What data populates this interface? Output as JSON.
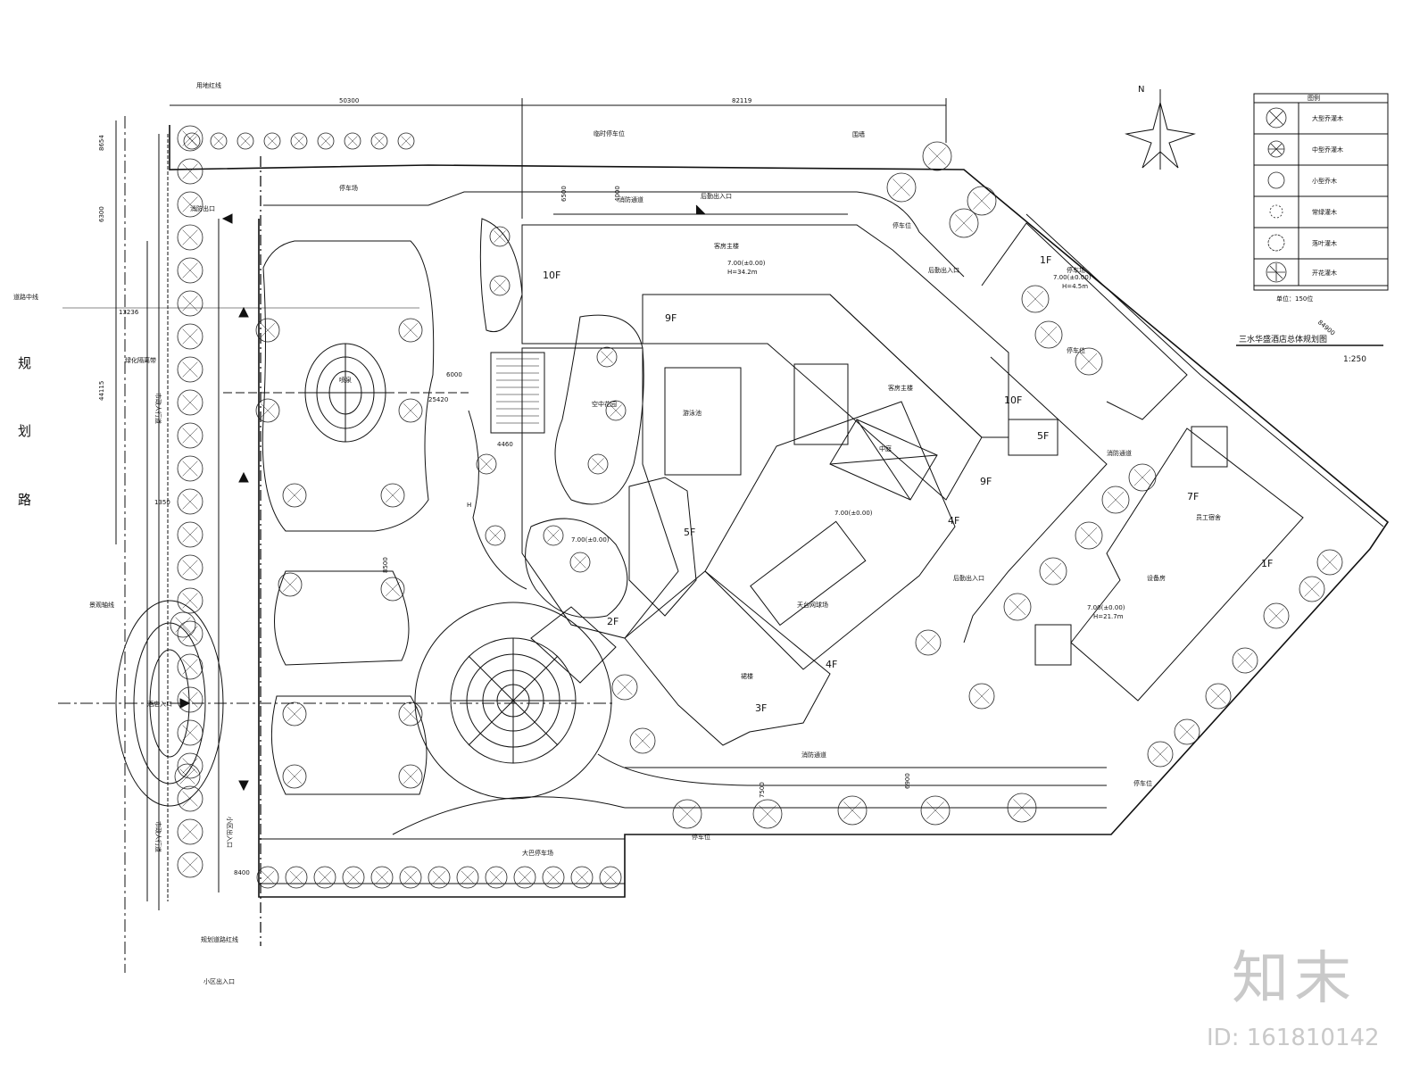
{
  "plan": {
    "title": "三水华盛酒店总体规划图",
    "scale_text": "1:250",
    "north_label": "N",
    "road_name": [
      "规",
      "划",
      "路"
    ],
    "dims": {
      "top_left": "50300",
      "top_right": "82119",
      "left_a": "8654",
      "left_b": "6300",
      "left_c": "13236",
      "left_d": "44115",
      "left_e": "1350",
      "mid_a": "6000",
      "mid_b": "25420",
      "mid_c": "4460",
      "mid_d": "6500",
      "mid_e": "4000",
      "right_a": "84900",
      "bot_a": "8400",
      "bot_b": "7500",
      "bot_c": "8500",
      "bot_d": "6900"
    },
    "floors": [
      "10F",
      "9F",
      "5F",
      "2F",
      "3F",
      "4F",
      "4F",
      "9F",
      "10F",
      "5F",
      "1F",
      "7F",
      "1F"
    ],
    "elevations": {
      "main": "7.00(±0.00)",
      "main_h": "H=34.2m",
      "center": "7.00(±0.00)",
      "east_1f": "7.00(±0.00)",
      "east_1f_h": "H=4.5m",
      "dorm": "7.00(±0.00)",
      "dorm_h": "H=21.7m",
      "courtyard": "7.00(±0.00)"
    },
    "labels": {
      "entrance_main": "酒店入口",
      "entrance_back_top": "后勤出入口",
      "entrance_back_right": "后勤出入口",
      "entrance_back_mid": "后勤出入口",
      "fire_road": "消防通道",
      "fire_road_2": "消防通道",
      "fire_road_3": "消防通道",
      "fire_entrance": "消防出口",
      "guest_building": "客房主楼",
      "guest_building_2": "客房主楼",
      "dorm": "员工宿舍",
      "service": "设备房",
      "podium": "裙楼",
      "garden": "空中花园",
      "courtyard": "天台网球场",
      "pool": "游泳池",
      "atrium": "中庭",
      "parking": "停车场",
      "parking_2": "停车场",
      "parking_3": "停车位",
      "parking_4": "停车位",
      "parking_5": "停车位",
      "parking_6": "停车位",
      "bus_parking": "大巴停车场",
      "fountain": "喷泉",
      "sidewalk": "市政人行道",
      "sidewalk_2": "市政人行道",
      "green_belt": "绿化隔离带",
      "road_center": "道路中线",
      "red_line": "用地红线",
      "wall": "围墙",
      "side_entrance": "小区出入口",
      "planned_line": "规划道路红线",
      "helipad": "H",
      "landscape": "景观轴线",
      "temporary": "临时停车位",
      "residential_entrance": "小区出入口"
    },
    "legend": {
      "title": "图例",
      "items": [
        "大型乔灌木",
        "中型乔灌木",
        "小型乔木",
        "常绿灌木",
        "落叶灌木",
        "开花灌木"
      ],
      "scale_note": "单位：150位"
    }
  },
  "watermark": {
    "logo": "知末",
    "id": "ID: 161810142"
  }
}
